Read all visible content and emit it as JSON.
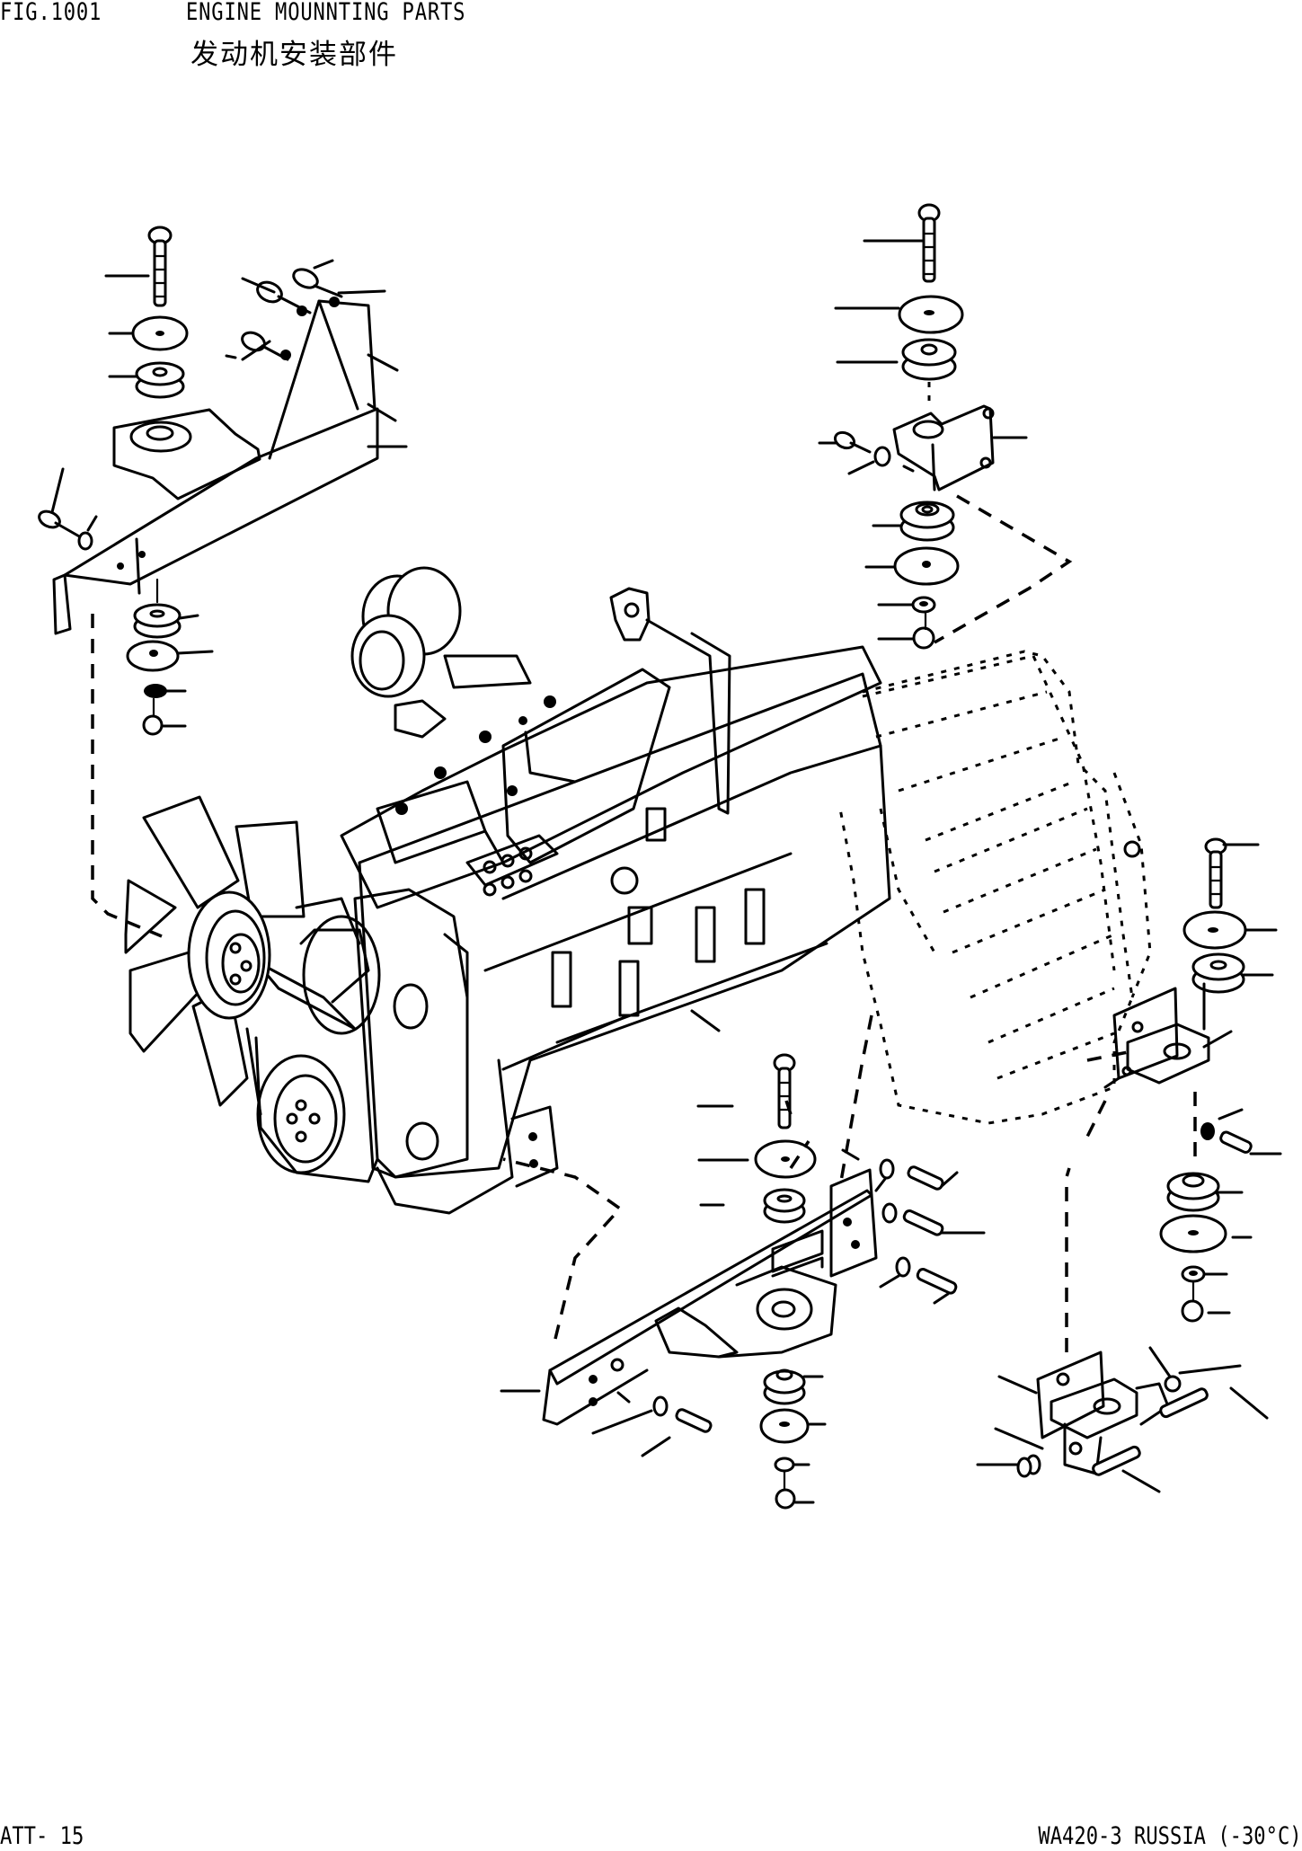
{
  "header": {
    "figure_number": "FIG.1001",
    "title_en": "ENGINE MOUNNTING PARTS",
    "title_cn": "发动机安装部件"
  },
  "footer": {
    "page_label": "ATT- 15",
    "model_label": "WA420-3 RUSSIA (-30°C)"
  },
  "diagram": {
    "subject": "exploded-engine-mounting-assembly",
    "assemblies": [
      {
        "id": "front-left-mount",
        "parts": [
          "bolt",
          "washer",
          "rubber-cushion",
          "bracket",
          "bolts",
          "cushion",
          "washer",
          "lock-washer",
          "nut"
        ]
      },
      {
        "id": "rear-top-mount",
        "parts": [
          "bolt",
          "washer",
          "rubber-cushion",
          "bracket",
          "bolt",
          "washer",
          "cushion",
          "washer",
          "lock-washer",
          "nut"
        ]
      },
      {
        "id": "front-right-mount",
        "parts": [
          "bolt",
          "washer",
          "rubber-cushion",
          "bracket",
          "bolts",
          "cushion",
          "washer",
          "lock-washer",
          "nut"
        ]
      },
      {
        "id": "rear-right-mount",
        "parts": [
          "bolt",
          "washer",
          "cushion",
          "bracket",
          "bolts",
          "cushion",
          "washer",
          "lock-washer",
          "nut",
          "support"
        ]
      }
    ],
    "components": [
      "engine",
      "fan",
      "turbocharger",
      "transmission-phantom"
    ]
  }
}
